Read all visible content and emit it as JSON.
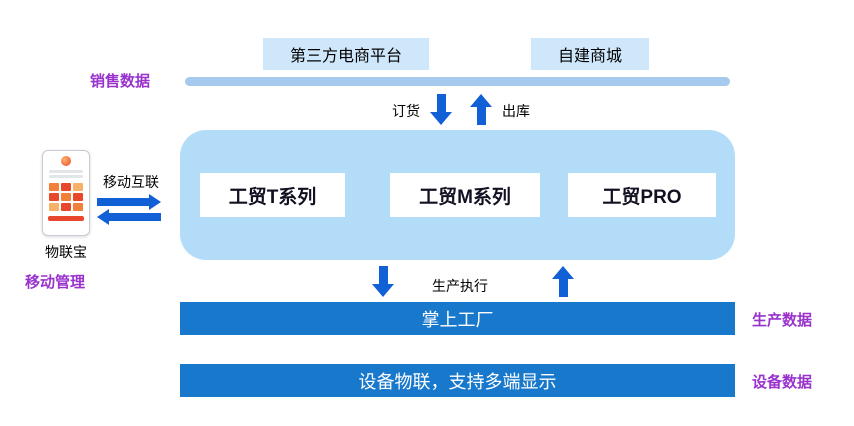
{
  "top": {
    "ecommerce_platform": "第三方电商平台",
    "self_built_mall": "自建商城"
  },
  "labels": {
    "sales_data": "销售数据",
    "order": "订货",
    "outbound": "出库",
    "mobile_link": "移动互联",
    "iot_device": "物联宝",
    "mobile_management": "移动管理",
    "production_execution": "生产执行",
    "production_data": "生产数据",
    "device_data": "设备数据"
  },
  "products": [
    "工贸T系列",
    "工贸M系列",
    "工贸PRO"
  ],
  "bars": {
    "palm_factory": "掌上工厂",
    "device_iot": "设备物联，支持多端显示"
  },
  "colors": {
    "arrow_blue": "#1160d6",
    "light_box_blue": "#cfe7fb",
    "panel_blue": "#b3dcf8",
    "bar_blue": "#1878cc",
    "label_purple": "#9933cc"
  }
}
